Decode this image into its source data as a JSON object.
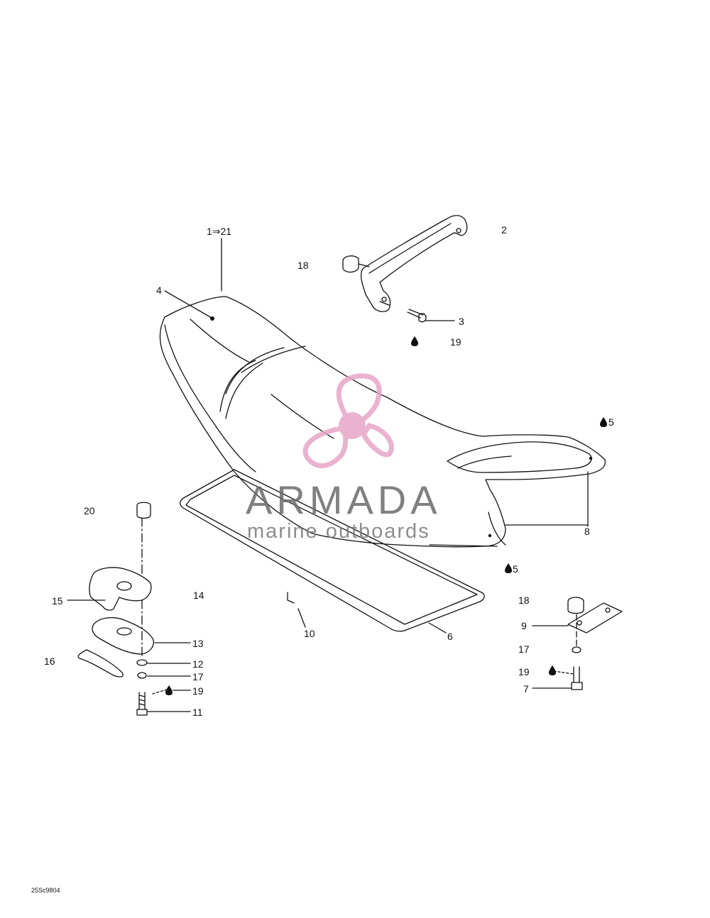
{
  "diagram": {
    "labels": {
      "l1_21": "1⇒21",
      "l2": "2",
      "l18a": "18",
      "l4": "4",
      "l3": "3",
      "l19a": "19",
      "l5a": "5",
      "l8": "8",
      "l5b": "5",
      "l20": "20",
      "l15": "15",
      "l14": "14",
      "l13": "13",
      "l16": "16",
      "l12": "12",
      "l17a": "17",
      "l19b": "19",
      "l11": "11",
      "l10": "10",
      "l6": "6",
      "l18b": "18",
      "l9": "9",
      "l17b": "17",
      "l19c": "19",
      "l7": "7"
    },
    "drawing_ref": "25Sc9804"
  },
  "watermark": {
    "brand": "ARMADA",
    "tagline": "marine outboards",
    "logo_icon": "propeller-icon",
    "logo_color": "#e7a5c7",
    "text_color": "#6b6b6b"
  }
}
